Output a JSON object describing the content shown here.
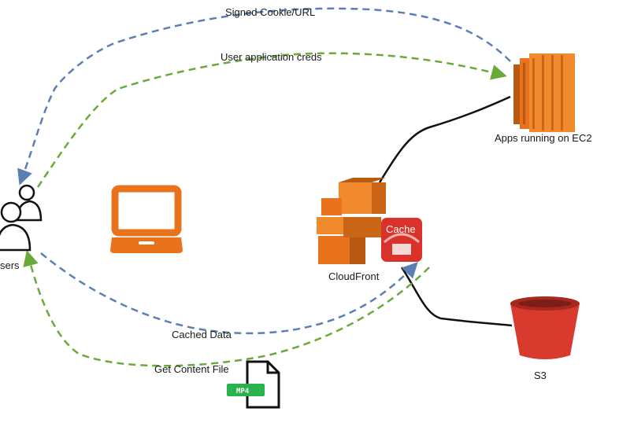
{
  "labels": {
    "signed_cookie": "Signed Cookie/URL",
    "user_creds": "User application creds",
    "ec2": "Apps running on EC2",
    "users": "sers",
    "cloudfront": "CloudFront",
    "cache": "Cache",
    "s3": "S3",
    "cached_data": "Cached Data",
    "get_content": "Get Content File",
    "mp4": "MP4"
  },
  "colors": {
    "blue_dashed": "#5b7fb5",
    "green_dashed": "#6aaa3a",
    "aws_orange": "#e8731c",
    "aws_orange_dark": "#b85a12",
    "s3_red": "#d93a2e",
    "cache_red": "#d9322a",
    "mp4_green": "#2bb24c",
    "line_black": "#111111"
  }
}
